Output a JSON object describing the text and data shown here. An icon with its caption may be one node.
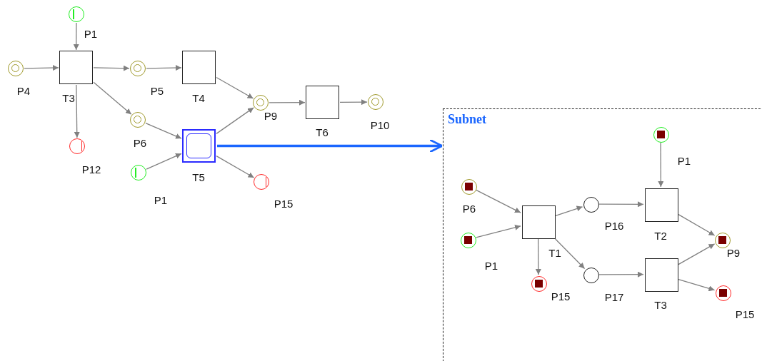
{
  "diagram": {
    "nodes": [
      {
        "text": [],
        "shape": "circle",
        "beside": [
          "P1"
        ]
      },
      {
        "text": [],
        "shape": "circle",
        "beside": [
          "P4"
        ]
      },
      {
        "text": [],
        "shape": "box",
        "beside": [
          "T3"
        ]
      },
      {
        "text": [],
        "shape": "circle",
        "beside": [
          "P5"
        ]
      },
      {
        "text": [],
        "shape": "box",
        "beside": [
          "T4"
        ]
      },
      {
        "text": [],
        "shape": "circle",
        "beside": [
          "P6"
        ]
      },
      {
        "text": [],
        "shape": "circle",
        "beside": [
          "P12"
        ]
      },
      {
        "text": [],
        "shape": "box",
        "beside": [
          "T5"
        ]
      },
      {
        "text": [],
        "shape": "circle",
        "beside": [
          "P1"
        ]
      },
      {
        "text": [],
        "shape": "circle",
        "beside": [
          "P9"
        ]
      },
      {
        "text": [],
        "shape": "box",
        "beside": [
          "T6"
        ]
      },
      {
        "text": [],
        "shape": "circle",
        "beside": [
          "P10"
        ]
      },
      {
        "text": [],
        "shape": "circle",
        "beside": [
          "P15"
        ]
      },
      {
        "text": [
          "Subnet"
        ]
      },
      {
        "text": [],
        "shape": "circle",
        "beside": [
          "P1"
        ],
        "in": 13
      },
      {
        "text": [],
        "shape": "circle",
        "beside": [
          "P6"
        ],
        "in": 13
      },
      {
        "text": [],
        "shape": "circle",
        "beside": [
          "P1"
        ],
        "in": 13
      },
      {
        "text": [],
        "shape": "box",
        "beside": [
          "T1"
        ],
        "in": 13
      },
      {
        "text": [],
        "shape": "circle",
        "beside": [
          "P16"
        ],
        "in": 13
      },
      {
        "text": [],
        "shape": "box",
        "beside": [
          "T2"
        ],
        "in": 13
      },
      {
        "text": [],
        "shape": "circle",
        "beside": [
          "P15"
        ],
        "in": 13
      },
      {
        "text": [],
        "shape": "circle",
        "beside": [
          "P17"
        ],
        "in": 13
      },
      {
        "text": [],
        "shape": "box",
        "beside": [
          "T3"
        ],
        "in": 13
      },
      {
        "text": [],
        "shape": "circle",
        "beside": [
          "P9"
        ],
        "in": 13
      },
      {
        "text": [],
        "shape": "circle",
        "beside": [
          "P15"
        ],
        "in": 13
      }
    ],
    "edges": [
      {
        "from": 0,
        "to": 2,
        "arrow": "to"
      },
      {
        "from": 1,
        "to": 2,
        "arrow": "to"
      },
      {
        "from": 2,
        "to": 3,
        "arrow": "to"
      },
      {
        "from": 2,
        "to": 5,
        "arrow": "to"
      },
      {
        "from": 2,
        "to": 6,
        "arrow": "to"
      },
      {
        "from": 3,
        "to": 4,
        "arrow": "to"
      },
      {
        "from": 4,
        "to": 9,
        "arrow": "to"
      },
      {
        "from": 5,
        "to": 7,
        "arrow": "to"
      },
      {
        "from": 8,
        "to": 7,
        "arrow": "to"
      },
      {
        "from": 7,
        "to": 9,
        "arrow": "to"
      },
      {
        "from": 7,
        "to": 12,
        "arrow": "to"
      },
      {
        "from": 9,
        "to": 10,
        "arrow": "to"
      },
      {
        "from": 10,
        "to": 11,
        "arrow": "to"
      },
      {
        "from": 7,
        "to": 13,
        "arrow": "to",
        "style": "thick",
        "color": "#1a66ff"
      },
      {
        "from": 14,
        "to": 19,
        "arrow": "to"
      },
      {
        "from": 15,
        "to": 17,
        "arrow": "to"
      },
      {
        "from": 16,
        "to": 17,
        "arrow": "to"
      },
      {
        "from": 17,
        "to": 18,
        "arrow": "to"
      },
      {
        "from": 17,
        "to": 21,
        "arrow": "to"
      },
      {
        "from": 17,
        "to": 20,
        "arrow": "to"
      },
      {
        "from": 18,
        "to": 19,
        "arrow": "to"
      },
      {
        "from": 21,
        "to": 22,
        "arrow": "to"
      },
      {
        "from": 19,
        "to": 23,
        "arrow": "to"
      },
      {
        "from": 22,
        "to": 23,
        "arrow": "to"
      },
      {
        "from": 22,
        "to": 24,
        "arrow": "to"
      }
    ]
  }
}
